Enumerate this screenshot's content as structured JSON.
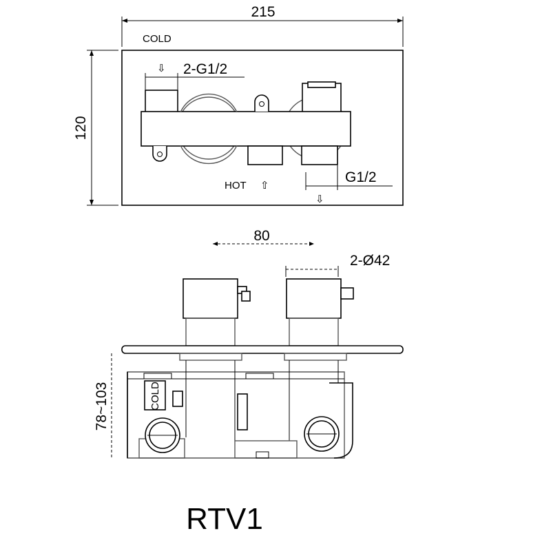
{
  "top_view": {
    "width_dim": "215",
    "height_dim": "120",
    "cold_label": "COLD",
    "inlet_dim": "2-G1/2",
    "hot_label": "HOT",
    "outlet_dim": "G1/2",
    "arrow_down": "⇩",
    "arrow_up": "⇧"
  },
  "side_view": {
    "spacing_dim": "80",
    "diameter_dim": "2-Ø42",
    "depth_dim": "78~103",
    "cold_stamp": "COLD"
  },
  "model": "RTV1"
}
